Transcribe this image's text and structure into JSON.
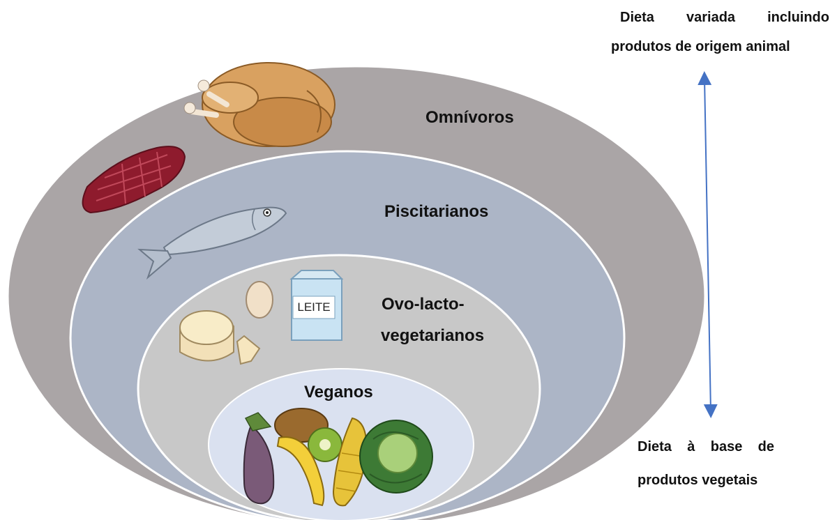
{
  "layers": {
    "omnivoros": "Omnívoros",
    "piscitarianos": "Piscitarianos",
    "ovo_lacto_line1": "Ovo-lacto-",
    "ovo_lacto_line2": "vegetarianos",
    "veganos": "Veganos"
  },
  "milk_label": "LEITE",
  "top_note": {
    "line1": "Dieta variada incluindo",
    "line2": "produtos de origem animal"
  },
  "bottom_note": {
    "line1": "Dieta à base de",
    "line2": "produtos vegetais"
  },
  "colors": {
    "omnivoros": "#aaa5a6",
    "piscitarianos": "#acb5c6",
    "ovo_lacto": "#c8c8c8",
    "veganos": "#dae1f0",
    "arrow": "#4472c4"
  },
  "icons": [
    "roast-chicken-icon",
    "steak-icon",
    "fish-icon",
    "egg-icon",
    "milk-carton-icon",
    "cheese-icon",
    "eggplant-icon",
    "banana-icon",
    "kiwi-icon",
    "corn-icon",
    "cabbage-icon"
  ]
}
